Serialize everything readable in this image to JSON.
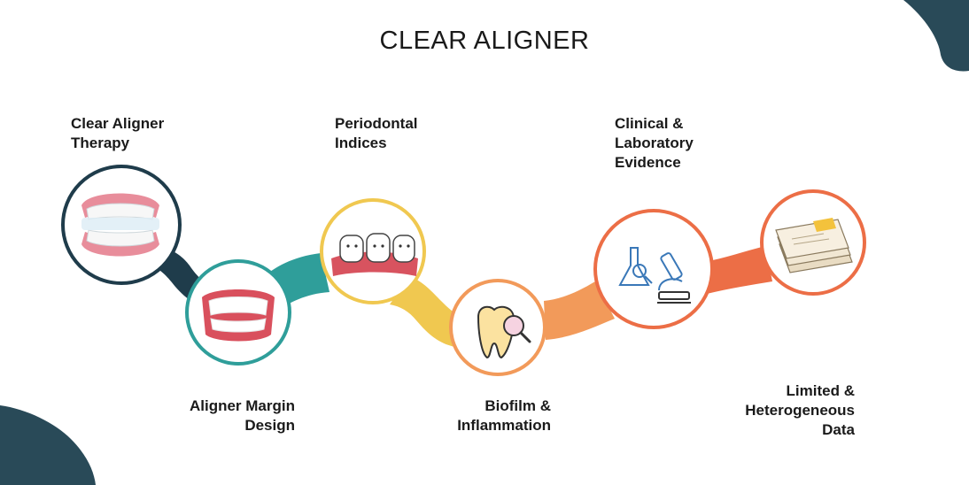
{
  "title": "CLEAR ALIGNER",
  "colors": {
    "blob": "#294a58",
    "steps": [
      "#1f3c4b",
      "#2f9e9a",
      "#f0c850",
      "#f29a5a",
      "#ec6e46"
    ]
  },
  "steps": [
    {
      "label_lines": [
        "Clear Aligner",
        "Therapy"
      ],
      "icon": "aligner-teeth-icon"
    },
    {
      "label_lines": [
        "Aligner Margin",
        "Design"
      ],
      "icon": "smile-teeth-icon"
    },
    {
      "label_lines": [
        "Periodontal",
        "Indices"
      ],
      "icon": "teeth-gum-icon"
    },
    {
      "label_lines": [
        "Biofilm &",
        "Inflammation"
      ],
      "icon": "tooth-magnifier-icon"
    },
    {
      "label_lines": [
        "Clinical &",
        "Laboratory",
        "Evidence"
      ],
      "icon": "lab-microscope-icon"
    },
    {
      "label_lines": [
        "Limited &",
        "Heterogeneous",
        "Data"
      ],
      "icon": "document-stack-icon"
    }
  ]
}
